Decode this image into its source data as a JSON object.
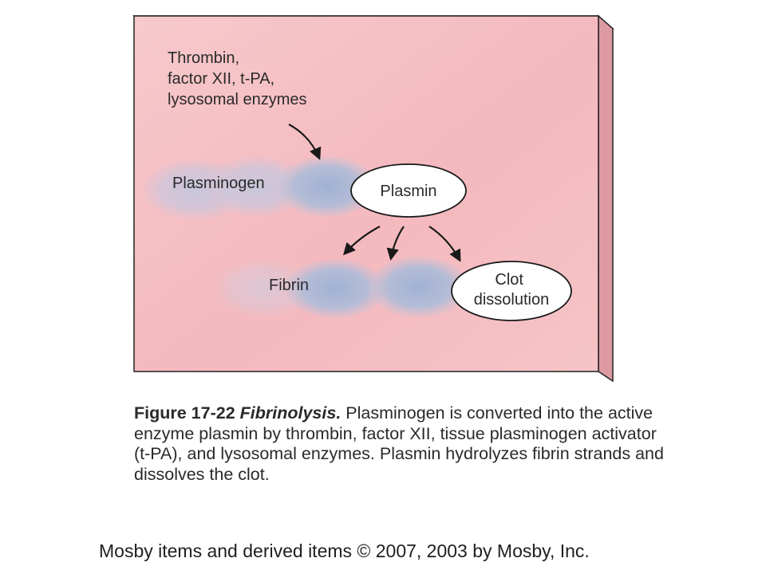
{
  "diagram": {
    "activators_lines": [
      "Thrombin,",
      "factor XII, t-PA,",
      "lysosomal enzymes"
    ],
    "plasminogen_label": "Plasminogen",
    "plasmin_label": "Plasmin",
    "fibrin_label": "Fibrin",
    "clot_lines": [
      "Clot",
      "dissolution"
    ]
  },
  "caption": {
    "figure_number": "Figure 17-22",
    "figure_title": "Fibrinolysis.",
    "text": "Plasminogen is converted into the active enzyme plasmin by thrombin, factor XII, tissue plasminogen activator (t-PA), and lysosomal enzymes. Plasmin hydrolyzes fibrin strands and dissolves the clot."
  },
  "copyright": "Mosby items and derived items © 2007, 2003 by Mosby, Inc.",
  "colors": {
    "panel": "#f4b8be",
    "panel_edge": "#e49aa2",
    "blob_blue": "#a9b8d6",
    "blob_gray": "#c8c2d6",
    "text": "#2a2a2a"
  }
}
